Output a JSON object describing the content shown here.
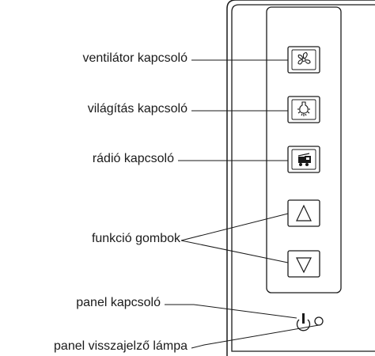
{
  "labels": {
    "fan_switch": "ventilátor kapcsoló",
    "light_switch": "világítás kapcsoló",
    "radio_switch": "rádió kapcsoló",
    "function_buttons": "funkció gombok",
    "panel_switch": "panel kapcsoló",
    "panel_indicator": "panel visszajelző lámpa"
  },
  "icons": {
    "fan": "fan-icon",
    "light": "light-bulb-icon",
    "radio": "radio-icon",
    "up": "triangle-up-icon",
    "down": "triangle-down-icon",
    "power": "power-icon",
    "indicator": "indicator-lamp-icon"
  },
  "colors": {
    "line": "#1a1a1a",
    "background": "#ffffff"
  }
}
